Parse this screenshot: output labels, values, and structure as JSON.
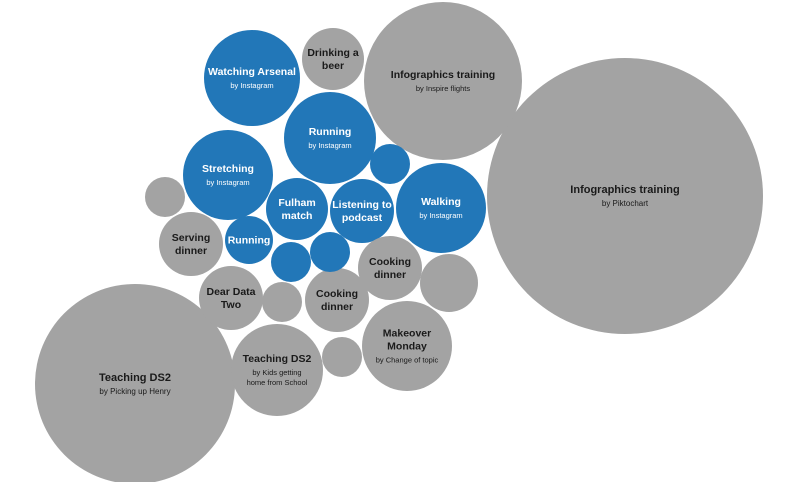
{
  "colors": {
    "highlight": "#2277b8",
    "default": "#a3a3a3",
    "text_on_highlight": "#ffffff",
    "text_on_default": "#1a1a1a"
  },
  "chart_data": {
    "type": "bubble",
    "title": "",
    "bubbles": [
      {
        "title": [
          "Infographics training"
        ],
        "subtitle": [
          "by Piktochart"
        ],
        "size": 138,
        "highlight": false
      },
      {
        "title": [
          "Infographics training"
        ],
        "subtitle": [
          "by Inspire flights"
        ],
        "size": 79,
        "highlight": false
      },
      {
        "title": [
          "Teaching DS2"
        ],
        "subtitle": [
          "by Picking up Henry"
        ],
        "size": 100,
        "highlight": false
      },
      {
        "title": [
          "Teaching DS2"
        ],
        "subtitle": [
          "by Kids getting",
          "home from School"
        ],
        "size": 46,
        "highlight": false
      },
      {
        "title": [
          "Watching Arsenal"
        ],
        "subtitle": [
          "by Instagram"
        ],
        "size": 48,
        "highlight": true
      },
      {
        "title": [
          "Running"
        ],
        "subtitle": [
          "by Instagram"
        ],
        "size": 46,
        "highlight": true
      },
      {
        "title": [
          "Stretching"
        ],
        "subtitle": [
          "by Instagram"
        ],
        "size": 45,
        "highlight": true
      },
      {
        "title": [
          "Walking"
        ],
        "subtitle": [
          "by Instagram"
        ],
        "size": 45,
        "highlight": true
      },
      {
        "title": [
          "Makeover",
          "Monday"
        ],
        "subtitle": [
          "by Change of topic"
        ],
        "size": 45,
        "highlight": false
      },
      {
        "title": [
          "Listening to",
          "podcast"
        ],
        "subtitle": [],
        "size": 32,
        "highlight": true
      },
      {
        "title": [
          "Fulham",
          "match"
        ],
        "subtitle": [],
        "size": 31,
        "highlight": true
      },
      {
        "title": [
          "Drinking a",
          "beer"
        ],
        "subtitle": [],
        "size": 31,
        "highlight": false
      },
      {
        "title": [
          "Cooking",
          "dinner"
        ],
        "subtitle": [],
        "size": 32,
        "highlight": false
      },
      {
        "title": [
          "Cooking",
          "dinner"
        ],
        "subtitle": [],
        "size": 32,
        "highlight": false
      },
      {
        "title": [
          "Dear Data",
          "Two"
        ],
        "subtitle": [],
        "size": 32,
        "highlight": false
      },
      {
        "title": [
          "Serving",
          "dinner"
        ],
        "subtitle": [],
        "size": 32,
        "highlight": false
      },
      {
        "title": [
          "Running"
        ],
        "subtitle": [],
        "size": 24,
        "highlight": true
      },
      {
        "title": [],
        "subtitle": [],
        "size": 20,
        "highlight": true
      },
      {
        "title": [],
        "subtitle": [],
        "size": 20,
        "highlight": true
      },
      {
        "title": [],
        "subtitle": [],
        "size": 20,
        "highlight": true
      },
      {
        "title": [],
        "subtitle": [],
        "size": 29,
        "highlight": false
      },
      {
        "title": [],
        "subtitle": [],
        "size": 20,
        "highlight": false
      },
      {
        "title": [],
        "subtitle": [],
        "size": 20,
        "highlight": false
      },
      {
        "title": [],
        "subtitle": [],
        "size": 20,
        "highlight": false
      }
    ]
  }
}
